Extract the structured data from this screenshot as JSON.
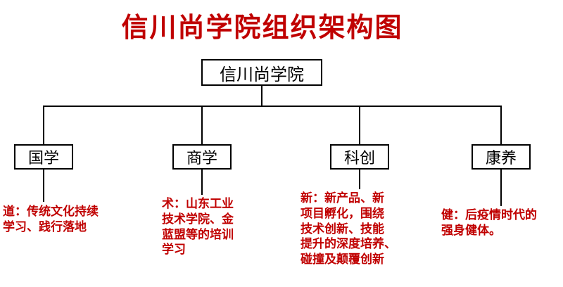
{
  "title": "信川尚学院组织架构图",
  "root": {
    "label": "信川尚学院"
  },
  "children": [
    {
      "label": "国学",
      "desc": "道：传统文化持续\n学习、践行落地"
    },
    {
      "label": "商学",
      "desc": "术：山东工业\n技术学院、金\n蓝盟等的培训\n学习"
    },
    {
      "label": "科创",
      "desc": "新：新产品、新\n项目孵化，围绕\n技术创新、技能\n提升的深度培养、\n碰撞及颠覆创新"
    },
    {
      "label": "康养",
      "desc": "健：后疫情时代的\n强身健体。"
    }
  ],
  "colors": {
    "accent_red": "#c00000",
    "line_black": "#000000",
    "box_border": "#000000",
    "background": "#ffffff"
  }
}
